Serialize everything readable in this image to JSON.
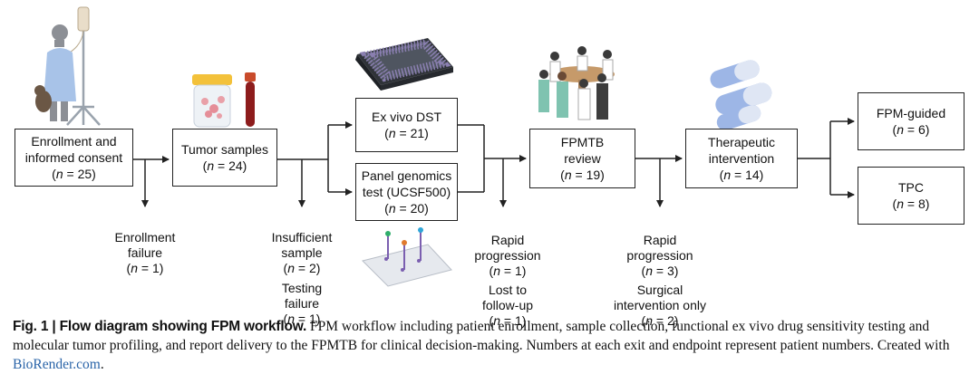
{
  "nodes": {
    "enrollment": {
      "label": "Enrollment and\ninformed consent",
      "n": "25"
    },
    "tumor": {
      "label": "Tumor samples",
      "n": "24"
    },
    "exvivo": {
      "label": "Ex vivo DST",
      "n": "21"
    },
    "panel": {
      "label": "Panel genomics\ntest (UCSF500)",
      "n": "20"
    },
    "fpmtb": {
      "label": "FPMTB\nreview",
      "n": "19"
    },
    "therapeutic": {
      "label": "Therapeutic\nintervention",
      "n": "14"
    },
    "fpm_guided": {
      "label": "FPM-guided",
      "n": "6"
    },
    "tpc": {
      "label": "TPC",
      "n": "8"
    }
  },
  "exits": {
    "enrollment_failure": {
      "label": "Enrollment\nfailure",
      "n": "1"
    },
    "insufficient_sample": {
      "label": "Insufficient\nsample",
      "n": "2"
    },
    "testing_failure": {
      "label": "Testing\nfailure",
      "n": "1"
    },
    "rapid_progression_1": {
      "label": "Rapid\nprogression",
      "n": "1"
    },
    "lost_followup": {
      "label": "Lost to\nfollow-up",
      "n": "1"
    },
    "rapid_progression_2": {
      "label": "Rapid\nprogression",
      "n": "3"
    },
    "surgical_only": {
      "label": "Surgical\nintervention only",
      "n": "2"
    }
  },
  "n_symbol": "n",
  "caption": {
    "fig_label": "Fig. 1 | Flow diagram showing FPM workflow.",
    "body": " FPM workflow including patient enrollment, sample collection, functional ex vivo drug sensitivity testing and molecular tumor profiling, and report delivery to the FPMTB for clinical decision-making. Numbers at each exit and endpoint represent patient numbers. Created with ",
    "link": "BioRender.com",
    "end": "."
  },
  "colors": {
    "line": "#222222",
    "link": "#2a64a8"
  },
  "icons": [
    "patient-iv-icon",
    "specimen-tubes-icon",
    "well-plate-icon",
    "medical-board-icon",
    "pills-icon",
    "sequencing-slide-icon"
  ]
}
